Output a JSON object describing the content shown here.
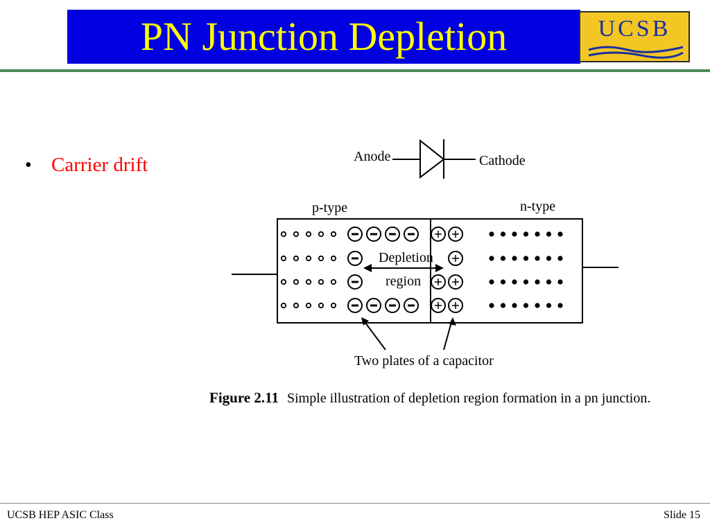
{
  "slide": {
    "title": "PN Junction Depletion",
    "logo_text": "UCSB",
    "bullets": [
      "Carrier drift"
    ],
    "footer_left": "UCSB HEP ASIC Class",
    "footer_right": "Slide 15"
  },
  "diagram": {
    "anode_label": "Anode",
    "cathode_label": "Cathode",
    "p_type_label": "p-type",
    "n_type_label": "n-type",
    "depletion_label_line1": "Depletion",
    "depletion_label_line2": "region",
    "capacitor_label": "Two plates of a capacitor",
    "caption_number": "Figure 2.11",
    "caption_text": "Simple illustration of depletion region formation in a pn junction.",
    "negative_ion_counts_per_row": [
      4,
      1,
      1,
      4
    ],
    "positive_ion_counts_per_row": [
      2,
      1,
      2,
      2
    ],
    "holes_per_row": 5,
    "electrons_per_row": 7
  }
}
